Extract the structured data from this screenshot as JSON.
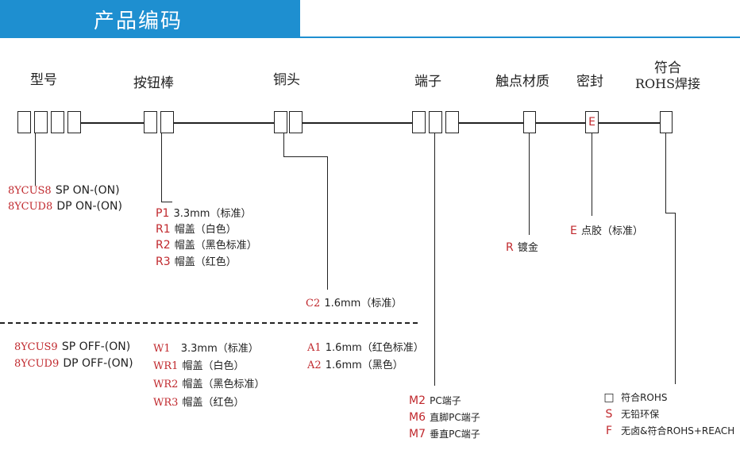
{
  "header": {
    "title": "产品编码"
  },
  "columns": {
    "model": "型号",
    "button": "按钮棒",
    "copper": "铜头",
    "terminal": "端子",
    "contact": "触点材质",
    "seal": "密封",
    "rohs_line1": "符合",
    "rohs_line2": "ROHS焊接"
  },
  "seal_box_letter": "E",
  "model_on": [
    {
      "code": "8YCUS8",
      "desc": "SP ON-(ON)"
    },
    {
      "code": "8YCUD8",
      "desc": "DP ON-(ON)"
    }
  ],
  "model_off": [
    {
      "code": "8YCUS9",
      "desc": "SP OFF-(ON)"
    },
    {
      "code": "8YCUD9",
      "desc": "DP OFF-(ON)"
    }
  ],
  "button_on": [
    {
      "code": "P1",
      "desc": "3.3mm（标准）"
    },
    {
      "code": "R1",
      "desc": "帽盖（白色）"
    },
    {
      "code": "R2",
      "desc": "帽盖（黑色标准）"
    },
    {
      "code": "R3",
      "desc": "帽盖（红色）"
    }
  ],
  "button_off": [
    {
      "code": "W1",
      "desc": "3.3mm（标准）"
    },
    {
      "code": "WR1",
      "desc": "帽盖（白色）"
    },
    {
      "code": "WR2",
      "desc": "帽盖（黑色标准）"
    },
    {
      "code": "WR3",
      "desc": "帽盖（红色）"
    }
  ],
  "copper_on": [
    {
      "code": "C2",
      "desc": "1.6mm（标准）"
    }
  ],
  "copper_off": [
    {
      "code": "A1",
      "desc": "1.6mm（红色标准）"
    },
    {
      "code": "A2",
      "desc": "1.6mm（黑色）"
    }
  ],
  "terminal_opts": [
    {
      "code": "M2",
      "desc": "PC端子"
    },
    {
      "code": "M6",
      "desc": "直脚PC端子"
    },
    {
      "code": "M7",
      "desc": "垂直PC端子"
    }
  ],
  "contact_opts": [
    {
      "code": "R",
      "desc": "镀金"
    }
  ],
  "seal_opts": [
    {
      "code": "E",
      "desc": "点胶（标准）"
    }
  ],
  "rohs_opts": [
    {
      "code": "□",
      "desc": "符合ROHS"
    },
    {
      "code": "S",
      "desc": "无铅环保"
    },
    {
      "code": "F",
      "desc": "无卤&符合ROHS+REACH"
    }
  ]
}
